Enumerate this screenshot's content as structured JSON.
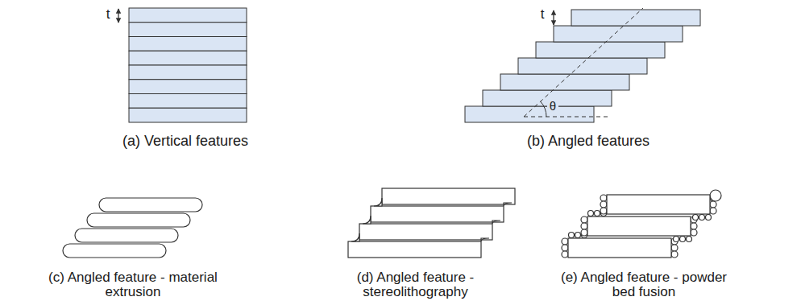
{
  "diagram": {
    "labels": [
      "t",
      "(a) Vertical features",
      "t",
      "θ",
      "(b) Angled features",
      "(c) Angled feature - material extrusion",
      "(d) Angled feature - stereolithography",
      "(e) Angled feature - powder bed fusion"
    ]
  }
}
